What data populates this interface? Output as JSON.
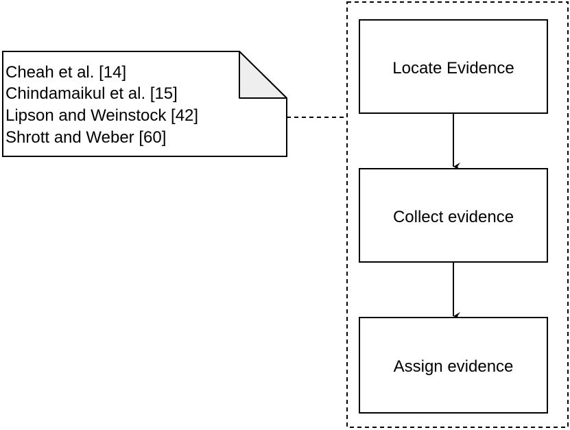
{
  "note": {
    "lines": [
      "Cheah et al. [14]",
      "Chindamaikul et al. [15]",
      "Lipson and Weinstock [42]",
      "Shrott and Weber [60]"
    ]
  },
  "process": {
    "steps": [
      {
        "label": "Locate Evidence"
      },
      {
        "label": "Collect evidence"
      },
      {
        "label": "Assign evidence"
      }
    ]
  }
}
